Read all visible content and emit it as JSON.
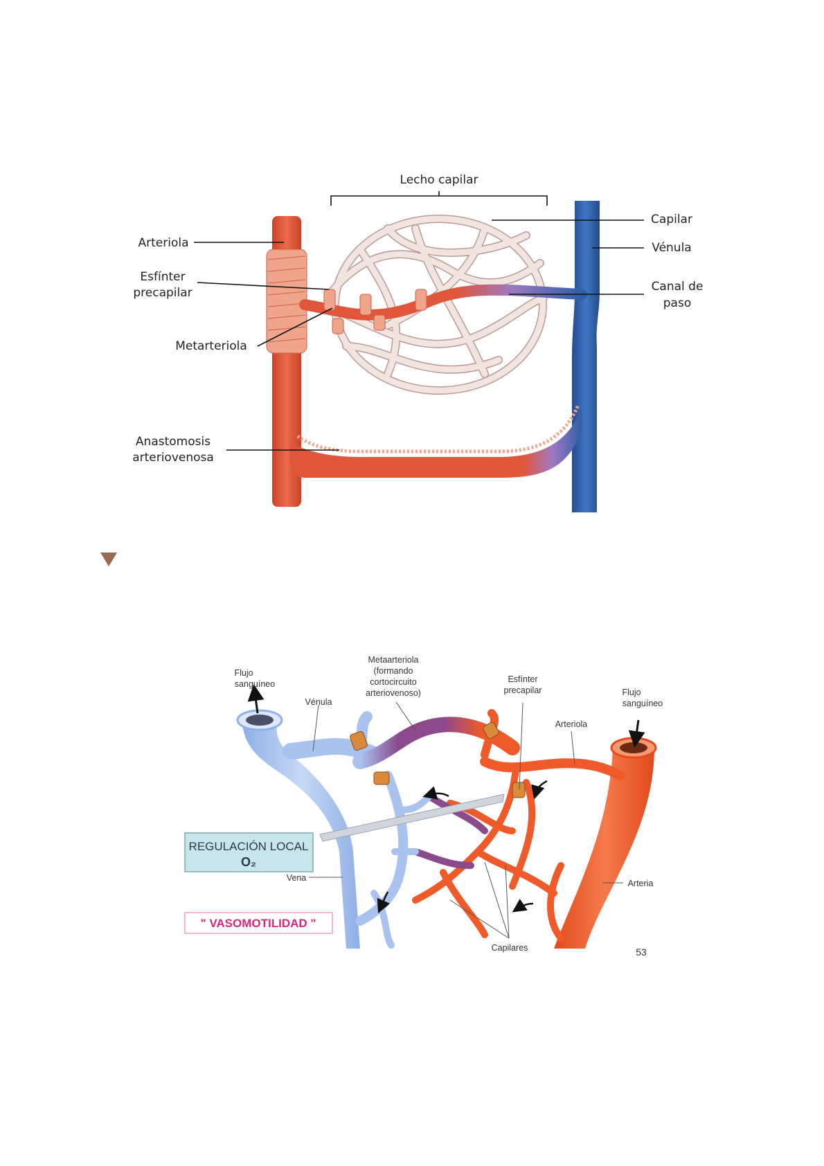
{
  "figure1": {
    "bracket_label": "Lecho capilar",
    "labels": {
      "capilar": "Capilar",
      "venula": "Vénula",
      "canal_line1": "Canal de",
      "canal_line2": "paso",
      "arteriola": "Arteriola",
      "esfinter_line1": "Esfínter",
      "esfinter_line2": "precapilar",
      "metarteriola": "Metarteriola",
      "anastomosis_line1": "Anastomosis",
      "anastomosis_line2": "arteriovenosa"
    },
    "colors": {
      "artery": "#e0563b",
      "vein": "#2f5fa8",
      "capillary": "#f2e4df",
      "sphincter": "#f0a58c"
    }
  },
  "figure2": {
    "labels": {
      "flujo_left_1": "Flujo",
      "flujo_left_2": "sanguíneo",
      "venula": "Vénula",
      "meta_1": "Metaarteriola",
      "meta_2": "(formando",
      "meta_3": "cortocircuito",
      "meta_4": "arteriovenoso)",
      "esfinter_1": "Esfínter",
      "esfinter_2": "precapilar",
      "flujo_right_1": "Flujo",
      "flujo_right_2": "sanguíneo",
      "arteriola": "Arteriola",
      "vena": "Vena",
      "arteria": "Arteria",
      "capilares": "Capilares",
      "page_number": "53"
    },
    "regulation_box": {
      "line1": "REGULACIÓN LOCAL",
      "line2": "O₂"
    },
    "vasomotility_box": "\" VASOMOTILIDAD \"",
    "colors": {
      "artery": "#ef5a2a",
      "vein": "#a9c3ee",
      "meta": "#8a4a8c",
      "sphincter": "#d98a3a",
      "reg_box": "#c8e6ea",
      "vaso_text": "#d6287a"
    }
  }
}
